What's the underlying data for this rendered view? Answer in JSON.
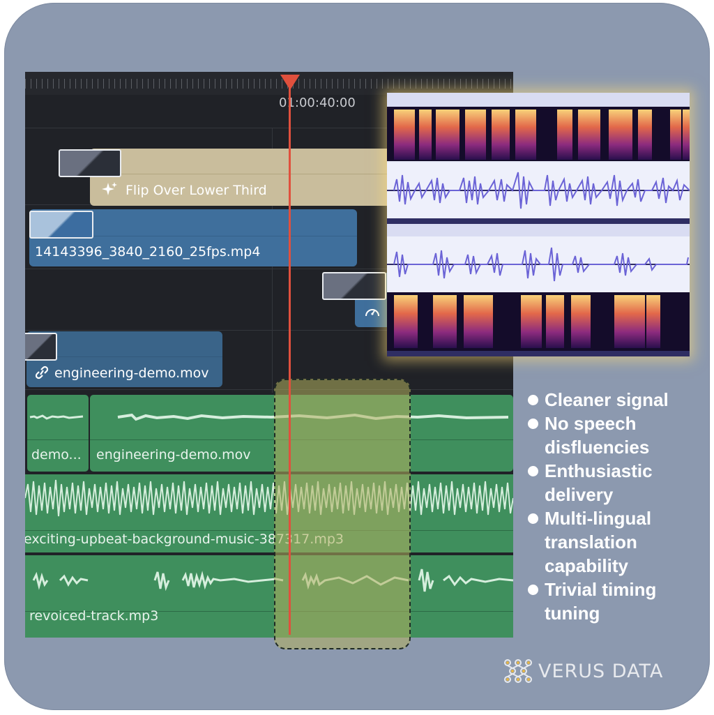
{
  "timeline": {
    "timecode": "01:00:40:00"
  },
  "clips": {
    "lower_third": "Flip Over Lower Third",
    "video_main": "14143396_3840_2160_25fps.mp4",
    "linked_clip": "engineering-demo.mov"
  },
  "audio": {
    "track1_short": "demo...",
    "track1_long": "engineering-demo.mov",
    "track2": "exciting-upbeat-background-music-387317.mp3",
    "track3": "revoiced-track.mp3"
  },
  "bullets": [
    "Cleaner signal",
    "No speech disfluencies",
    "Enthusiastic delivery",
    "Multi-lingual translation capability",
    "Trivial timing tuning"
  ],
  "brand": {
    "name": "VERUS DATA"
  },
  "colors": {
    "background": "#8c99af",
    "video_clip": "#3f6f9c",
    "title_clip": "#c9bd9c",
    "audio_clip": "#3f8f5d",
    "playhead": "#e0503d",
    "waveform": "#6b63d6"
  },
  "icons": [
    "sparkle-icon",
    "speed-gauge-icon",
    "link-icon",
    "verus-logo-icon"
  ]
}
